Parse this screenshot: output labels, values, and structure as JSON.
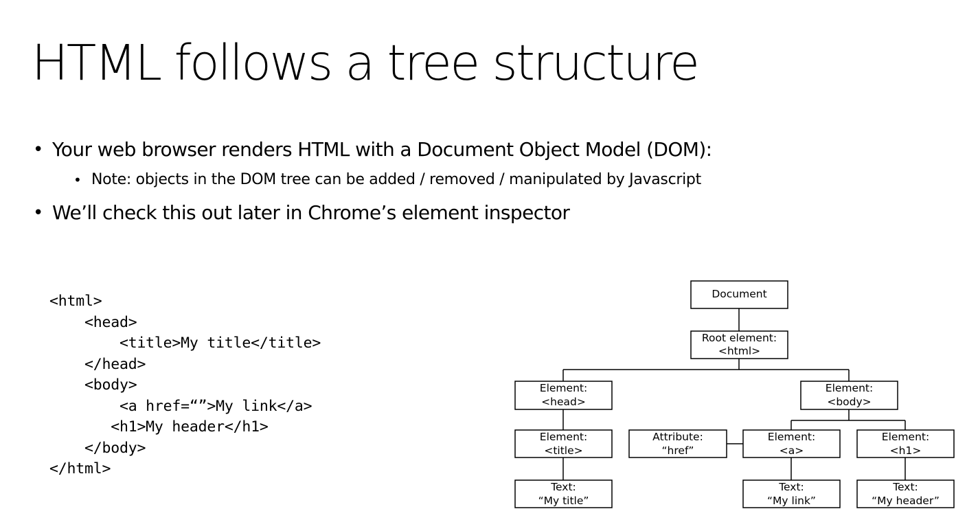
{
  "slide": {
    "title": "HTML follows a tree structure",
    "bullets": [
      "Your web browser renders HTML with a Document Object Model (DOM):",
      "Note: objects in the DOM tree can be added / removed / manipulated by Javascript",
      "We’ll check this out later in Chrome’s element inspector"
    ],
    "bullet_symbol": "•"
  },
  "code": [
    "<html>",
    "    <head>",
    "        <title>My title</title>",
    "    </head>",
    "    <body>",
    "        <a href=“”>My link</a>",
    "       <h1>My header</h1>",
    "    </body>",
    "</html>"
  ],
  "tree": {
    "nodes": {
      "document": [
        "Document"
      ],
      "root": [
        "Root element:",
        "<html>"
      ],
      "head": [
        "Element:",
        "<head>"
      ],
      "body": [
        "Element:",
        "<body>"
      ],
      "title": [
        "Element:",
        "<title>"
      ],
      "attribute": [
        "Attribute:",
        "“href”"
      ],
      "a": [
        "Element:",
        "<a>"
      ],
      "h1": [
        "Element:",
        "<h1>"
      ],
      "text_title": [
        "Text:",
        "“My title”"
      ],
      "text_link": [
        "Text:",
        "“My link”"
      ],
      "text_header": [
        "Text:",
        "“My header”"
      ]
    }
  }
}
